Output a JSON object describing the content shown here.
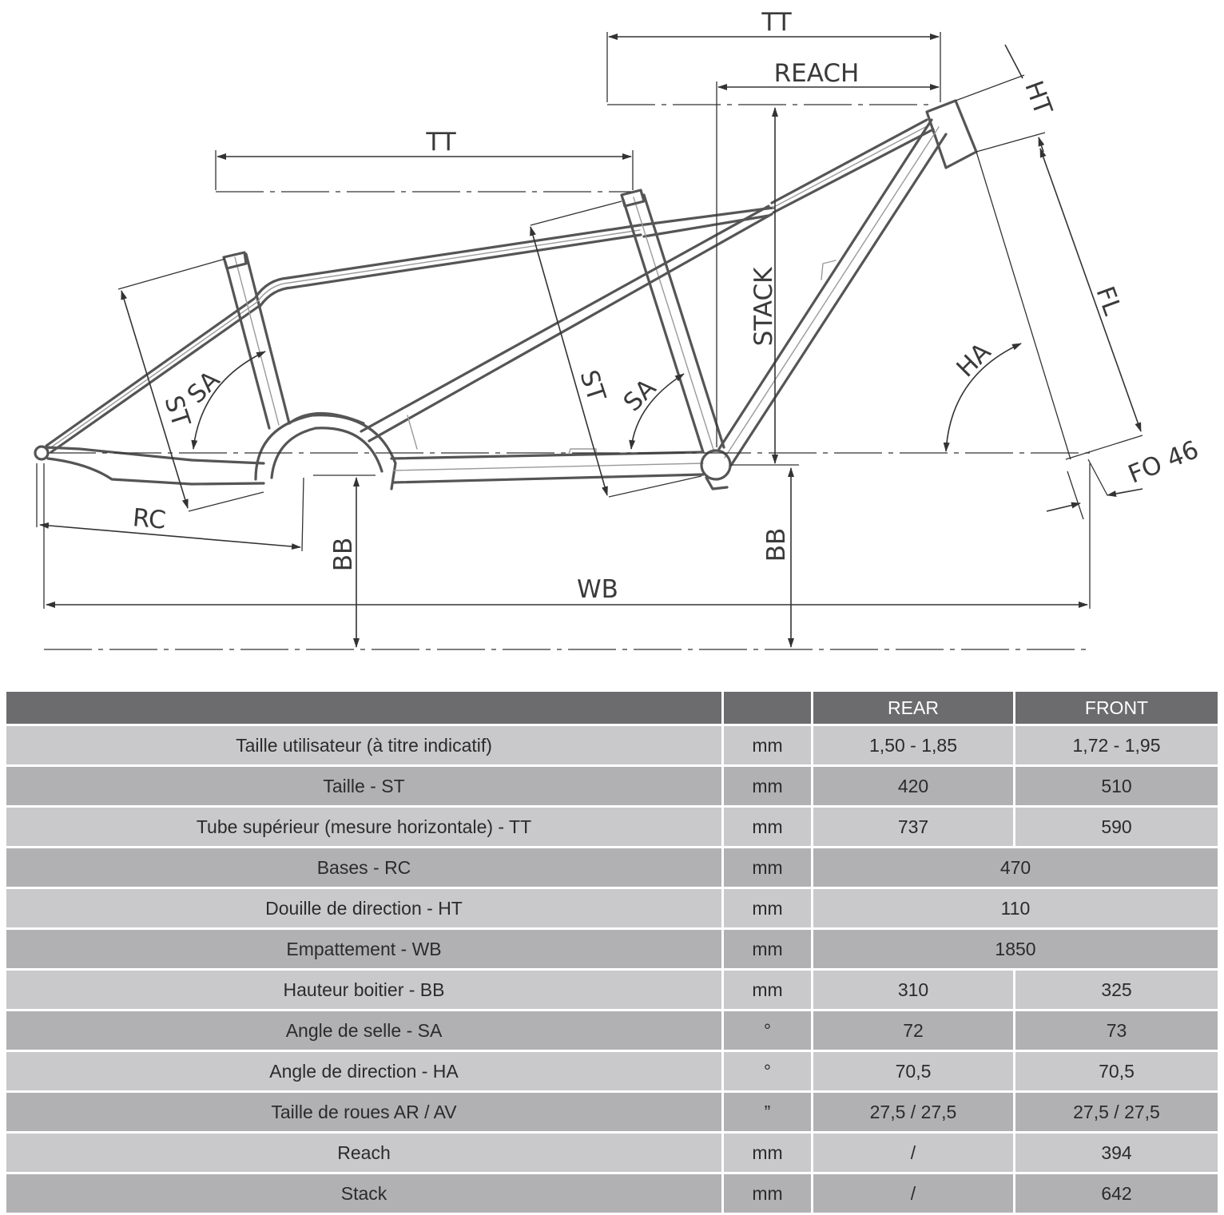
{
  "diagram": {
    "labels": {
      "tt_front": "TT",
      "reach": "REACH",
      "ht": "HT",
      "tt_rear": "TT",
      "stack": "STACK",
      "fl": "FL",
      "ha": "HA",
      "st_rear": "ST",
      "sa_rear": "SA",
      "st_front": "ST",
      "sa_front": "SA",
      "fo": "FO 46",
      "rc": "RC",
      "bb_rear": "BB",
      "bb_front": "BB",
      "wb": "WB"
    }
  },
  "table": {
    "header": [
      "",
      "",
      "REAR",
      "FRONT"
    ],
    "rows": [
      {
        "label": "Taille utilisateur (à titre indicatif)",
        "unit": "mm",
        "rear": "1,50 - 1,85",
        "front": "1,72 - 1,95"
      },
      {
        "label": "Taille - ST",
        "unit": "mm",
        "rear": "420",
        "front": "510"
      },
      {
        "label": "Tube supérieur (mesure horizontale) - TT",
        "unit": "mm",
        "rear": "737",
        "front": "590"
      },
      {
        "label": "Bases - RC",
        "unit": "mm",
        "value": "470"
      },
      {
        "label": "Douille de direction - HT",
        "unit": "mm",
        "value": "110"
      },
      {
        "label": "Empattement - WB",
        "unit": "mm",
        "value": "1850"
      },
      {
        "label": "Hauteur boitier - BB",
        "unit": "mm",
        "rear": "310",
        "front": "325"
      },
      {
        "label": "Angle de selle - SA",
        "unit": "°",
        "rear": "72",
        "front": "73"
      },
      {
        "label": "Angle de direction - HA",
        "unit": "°",
        "rear": "70,5",
        "front": "70,5"
      },
      {
        "label": "Taille de roues AR / AV",
        "unit": "”",
        "rear": "27,5 / 27,5",
        "front": "27,5 / 27,5"
      },
      {
        "label": "Reach",
        "unit": "mm",
        "rear": "/",
        "front": "394"
      },
      {
        "label": "Stack",
        "unit": "mm",
        "rear": "/",
        "front": "642"
      }
    ]
  }
}
